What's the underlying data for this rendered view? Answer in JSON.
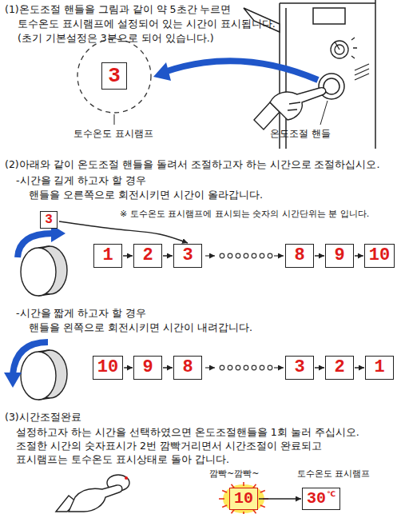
{
  "diagram": {
    "nodes": [
      {
        "text": [
          "3"
        ]
      },
      {
        "text": [
          "3"
        ]
      },
      {
        "text": [
          "1"
        ]
      },
      {
        "text": [
          "2"
        ]
      },
      {
        "text": [
          "3"
        ]
      },
      {
        "text": [
          "8"
        ]
      },
      {
        "text": [
          "9"
        ]
      },
      {
        "text": [
          "10"
        ]
      },
      {
        "text": [
          "10"
        ]
      },
      {
        "text": [
          "9"
        ]
      },
      {
        "text": [
          "8"
        ]
      },
      {
        "text": [
          "3"
        ]
      },
      {
        "text": [
          "2"
        ]
      },
      {
        "text": [
          "1"
        ]
      },
      {
        "text": [
          "10"
        ]
      },
      {
        "text": [
          "30",
          "℃"
        ]
      }
    ],
    "edges": [
      {
        "from": 1,
        "to": 4,
        "arrow": "to"
      },
      {
        "from": 2,
        "to": 3,
        "arrow": "to"
      },
      {
        "from": 3,
        "to": 4,
        "arrow": "to"
      },
      {
        "from": 5,
        "to": 6,
        "arrow": "to"
      },
      {
        "from": 6,
        "to": 7,
        "arrow": "to"
      },
      {
        "from": 8,
        "to": 9,
        "arrow": "to"
      },
      {
        "from": 9,
        "to": 10,
        "arrow": "to"
      },
      {
        "from": 11,
        "to": 12,
        "arrow": "to"
      },
      {
        "from": 12,
        "to": 13,
        "arrow": "to"
      },
      {
        "from": 14,
        "to": 15,
        "arrow": "to"
      }
    ],
    "labels": [
      "(1)온도조절 핸들을 그림과 같이 약 5초간 누르면",
      "토수온도 표시램프에 설정되어 있는 시간이 표시됩니다.",
      "(초기 기본설정은 3분으로 되어 있습니다.)",
      "토수온도 표시램프",
      "온도조절 핸들",
      "(2)아래와 같이 온도조절 핸들을 돌려서 조절하고자 하는 시간으로 조절하십시오.",
      "-시간을 길게 하고자 할 경우",
      "핸들을 오른쪽으로 회전시키면 시간이 올라갑니다.",
      "※ 토수온도 표시램프에 표시되는 숫자의 시간단위는 분 입니다.",
      "-시간을 짧게 하고자 할 경우",
      "핸들을 왼쪽으로 회전시키면 시간이 내려갑니다.",
      "(3)시간조절완료",
      "설정하고자 하는 시간을 선택하였으면 온도조절핸들을 1회 눌러 주십시오.",
      "조절한 시간의 숫자표시가 2번 깜빡거리면서 시간조절이 완료되고",
      "표시램프는 토수온도 표시상태로 돌아 갑니다.",
      "깜빡~깜빡~",
      "토수온도 표시램프"
    ]
  }
}
